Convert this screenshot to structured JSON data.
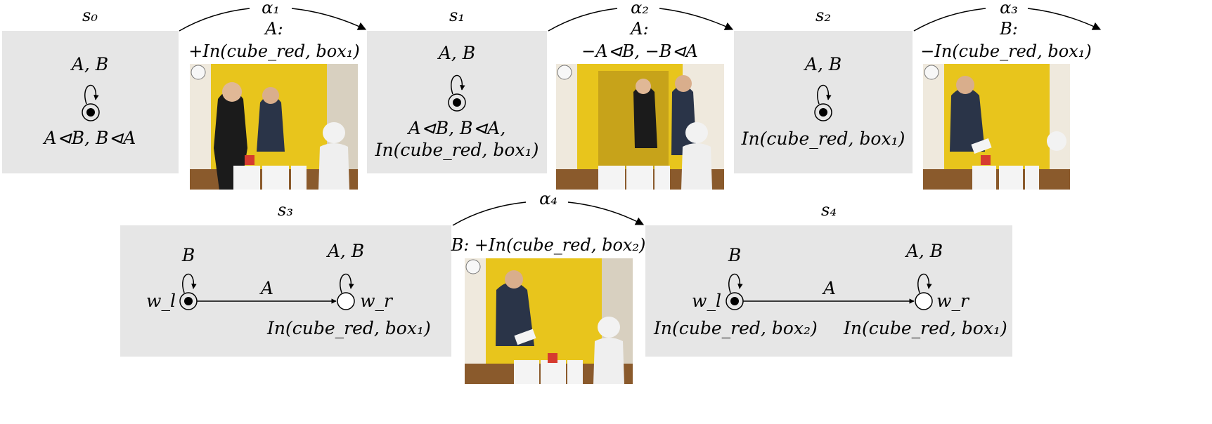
{
  "states": [
    {
      "id": "s0",
      "label": "s₀",
      "agents": "A, B",
      "props": [
        "A⊲B, B⊲A"
      ]
    },
    {
      "id": "s1",
      "label": "s₁",
      "agents": "A, B",
      "props": [
        "A⊲B, B⊲A,",
        "In(cube_red, box₁)"
      ]
    },
    {
      "id": "s2",
      "label": "s₂",
      "agents": "A, B",
      "props": [
        "In(cube_red, box₁)"
      ]
    },
    {
      "id": "s3",
      "label": "s₃",
      "left_world": {
        "name": "w_l",
        "agents": "B"
      },
      "right_world": {
        "name": "w_r",
        "agents": "A, B",
        "prop": "In(cube_red, box₁)"
      },
      "edge_label": "A"
    },
    {
      "id": "s4",
      "label": "s₄",
      "left_world": {
        "name": "w_l",
        "agents": "B",
        "prop": "In(cube_red, box₂)"
      },
      "right_world": {
        "name": "w_r",
        "agents": "A, B",
        "prop": "In(cube_red, box₁)"
      },
      "edge_label": "A"
    }
  ],
  "actions": [
    {
      "id": "a1",
      "label": "α₁",
      "line1": "A:",
      "line2": "+In(cube_red, box₁)",
      "photo_desc": "two-people-at-boxes"
    },
    {
      "id": "a2",
      "label": "α₂",
      "line1": "A:",
      "line2": "−A⊲B, −B⊲A",
      "photo_desc": "person-opening-door"
    },
    {
      "id": "a3",
      "label": "α₃",
      "line1": "B:",
      "line2": "−In(cube_red, box₁)",
      "photo_desc": "person-at-box"
    },
    {
      "id": "a4",
      "label": "α₄",
      "line1": "B: +In(cube_red, box₂)",
      "photo_desc": "person-moving-cube"
    }
  ],
  "colors": {
    "panel": "#e6e6e6",
    "yellow_door": "#e8c51c",
    "wall": "#f1ede2"
  }
}
